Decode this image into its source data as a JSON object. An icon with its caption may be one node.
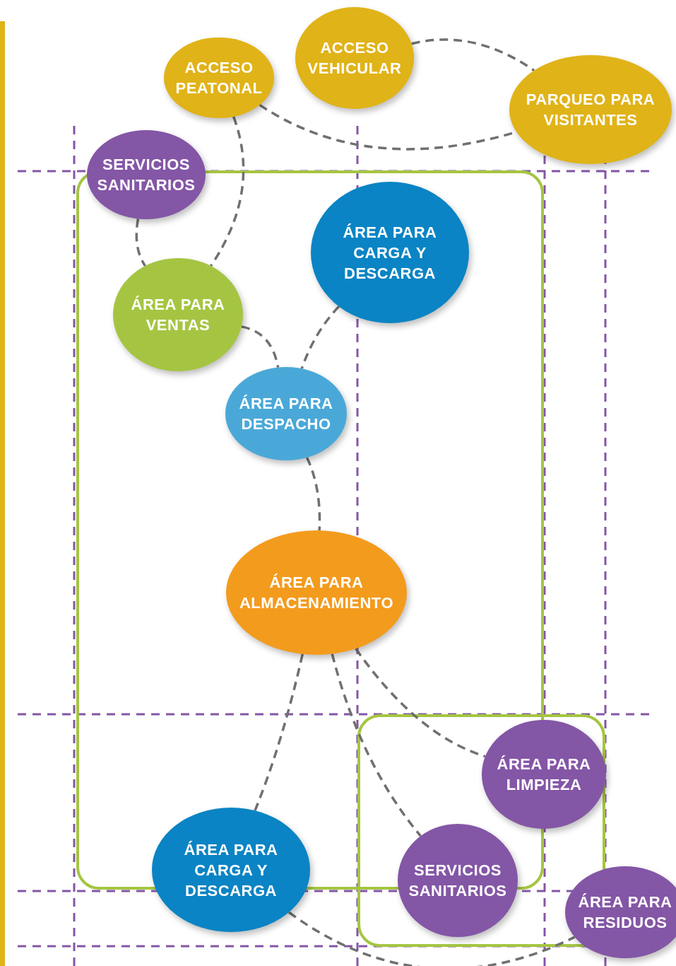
{
  "diagram": {
    "nodes": [
      {
        "text": [
          "ACCESO PEATONAL"
        ]
      },
      {
        "text": [
          "ACCESO VEHICULAR"
        ]
      },
      {
        "text": [
          "PARQUEO PARA VISITANTES"
        ]
      },
      {
        "text": [
          "SERVICIOS SANITARIOS"
        ]
      },
      {
        "text": [
          "ÁREA PARA CARGA Y DESCARGA"
        ]
      },
      {
        "text": [
          "ÁREA PARA VENTAS"
        ]
      },
      {
        "text": [
          "ÁREA PARA DESPACHO"
        ]
      },
      {
        "text": [
          "ÁREA PARA ALMACENAMIENTO"
        ]
      },
      {
        "text": [
          "ÁREA PARA LIMPIEZA"
        ]
      },
      {
        "text": [
          "ÁREA PARA CARGA Y DESCARGA"
        ]
      },
      {
        "text": [
          "SERVICIOS SANITARIOS"
        ]
      },
      {
        "text": [
          "ÁREA PARA RESIDUOS"
        ]
      }
    ],
    "edges": [
      {
        "from": 1,
        "to": 2,
        "arrow": "none"
      },
      {
        "from": 0,
        "to": 2,
        "arrow": "none"
      },
      {
        "from": 0,
        "to": 5,
        "arrow": "none"
      },
      {
        "from": 3,
        "to": 5,
        "arrow": "none"
      },
      {
        "from": 5,
        "to": 6,
        "arrow": "none"
      },
      {
        "from": 4,
        "to": 6,
        "arrow": "none"
      },
      {
        "from": 6,
        "to": 7,
        "arrow": "none"
      },
      {
        "from": 7,
        "to": 9,
        "arrow": "none"
      },
      {
        "from": 7,
        "to": 10,
        "arrow": "none"
      },
      {
        "from": 7,
        "to": 8,
        "arrow": "none"
      },
      {
        "from": 9,
        "to": 11,
        "arrow": "none"
      }
    ]
  }
}
